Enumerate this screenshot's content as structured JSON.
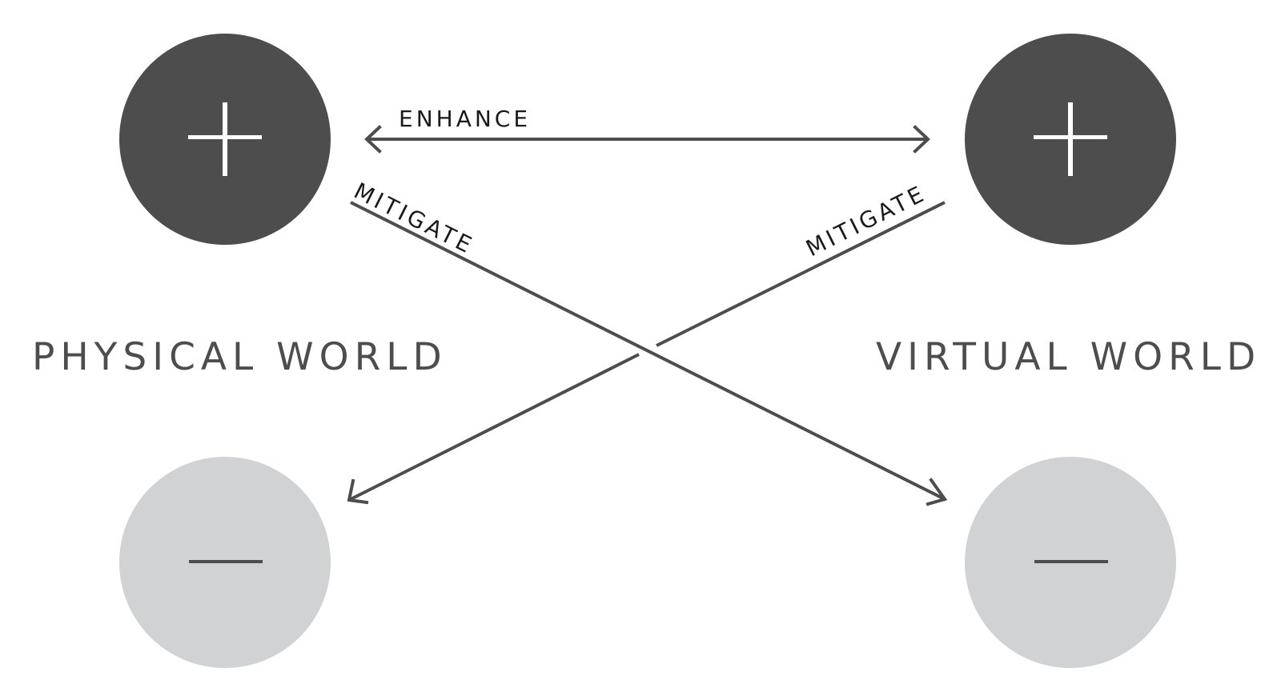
{
  "labels": {
    "physical": "PHYSICAL WORLD",
    "virtual": "VIRTUAL WORLD"
  },
  "arrows": {
    "enhance": "ENHANCE",
    "mitigate_left": "MITIGATE",
    "mitigate_right": "MITIGATE"
  },
  "nodes": {
    "physical_positive": "plus-icon",
    "virtual_positive": "plus-icon",
    "physical_negative": "minus-icon",
    "virtual_negative": "minus-icon"
  },
  "colors": {
    "positive_circle": "#4d4d4d",
    "negative_circle": "#d1d2d4",
    "positive_symbol": "#ffffff",
    "negative_symbol": "#4d4d4d",
    "line": "#4d4d4d",
    "label": "#4d4d4d"
  }
}
